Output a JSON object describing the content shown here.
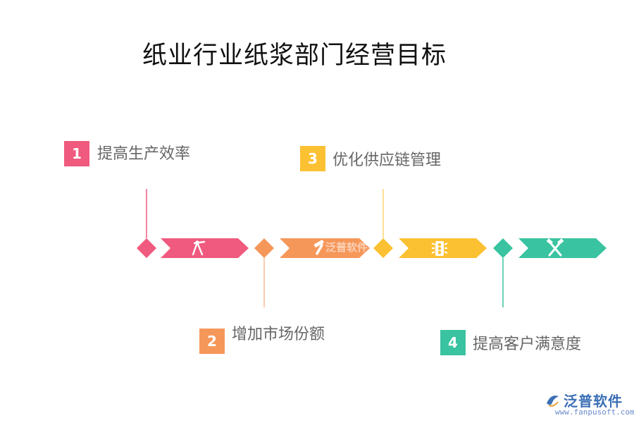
{
  "title": "纸业行业纸浆部门经营目标",
  "steps": [
    {
      "num": "1",
      "label": "提高生产效率",
      "color": "#ef5a7e",
      "icon": "compass-icon"
    },
    {
      "num": "2",
      "label": "增加市场份额",
      "color": "#f6975a",
      "icon": "hammer-icon"
    },
    {
      "num": "3",
      "label": "优化供应链管理",
      "color": "#fcc132",
      "icon": "traffic-light-icon"
    },
    {
      "num": "4",
      "label": "提高客户满意度",
      "color": "#3ac3a0",
      "icon": "tools-icon"
    }
  ],
  "watermark": "泛普软件",
  "logo": {
    "text": "泛普软件",
    "url": "www.fanpusoft.com"
  }
}
